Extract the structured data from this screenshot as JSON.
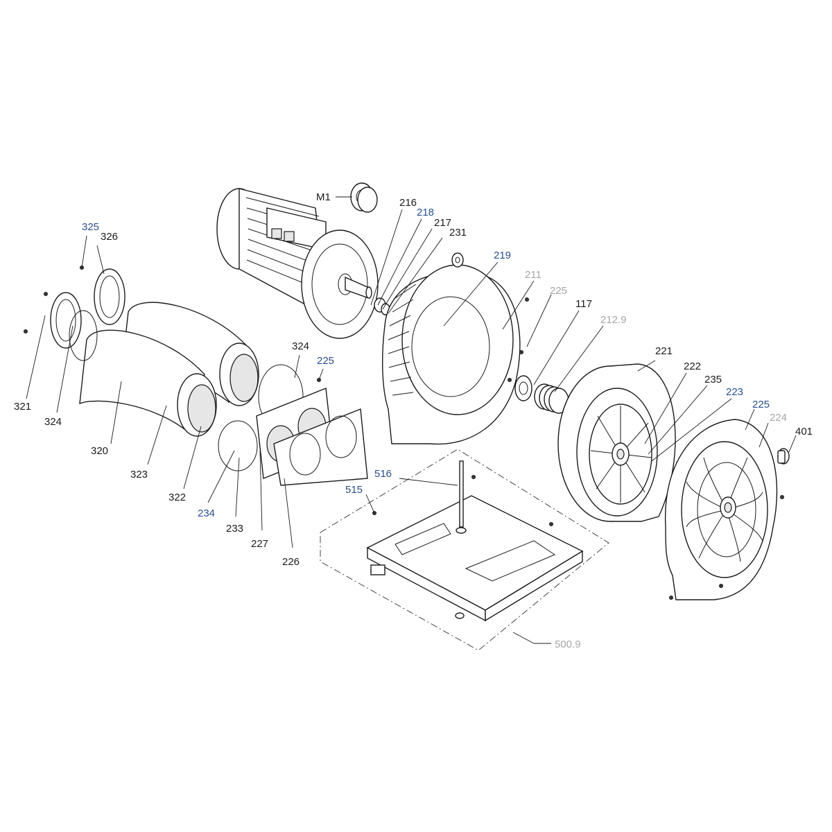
{
  "colors": {
    "black": "#1a1a1a",
    "blue": "#2a4f8f",
    "grey": "#a6a6a6"
  },
  "labels": {
    "m1": "M1",
    "l216": "216",
    "l218": "218",
    "l217": "217",
    "l231": "231",
    "l219": "219",
    "l211": "211",
    "l225_top": "225",
    "l117": "117",
    "l212_9": "212.9",
    "l221": "221",
    "l222": "222",
    "l235": "235",
    "l223": "223",
    "l225_right": "225",
    "l224": "224",
    "l401": "401",
    "l325": "325",
    "l326": "326",
    "l321": "321",
    "l324_left": "324",
    "l320": "320",
    "l323": "323",
    "l322": "322",
    "l324_mid": "324",
    "l225_mid": "225",
    "l234": "234",
    "l233": "233",
    "l227": "227",
    "l226": "226",
    "l516": "516",
    "l515": "515",
    "l500_9": "500.9"
  }
}
